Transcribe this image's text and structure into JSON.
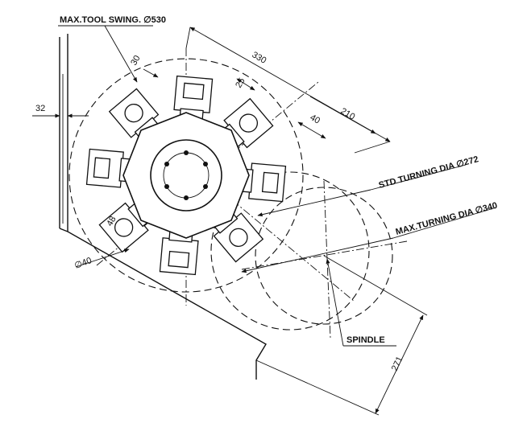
{
  "labels": {
    "max_tool_swing": "MAX.TOOL SWING. ∅530",
    "std_turning_dia": "STD TURNING DIA ∅272",
    "max_turning_dia": "MAX.TURNING DIA ∅340",
    "spindle": "SPINDLE"
  },
  "dimensions": {
    "d330": "330",
    "d30": "30",
    "d25": "25",
    "d210": "210",
    "d40_top": "40",
    "d32": "32",
    "d40_hole": "∅40",
    "d48": "48",
    "d271": "271"
  }
}
